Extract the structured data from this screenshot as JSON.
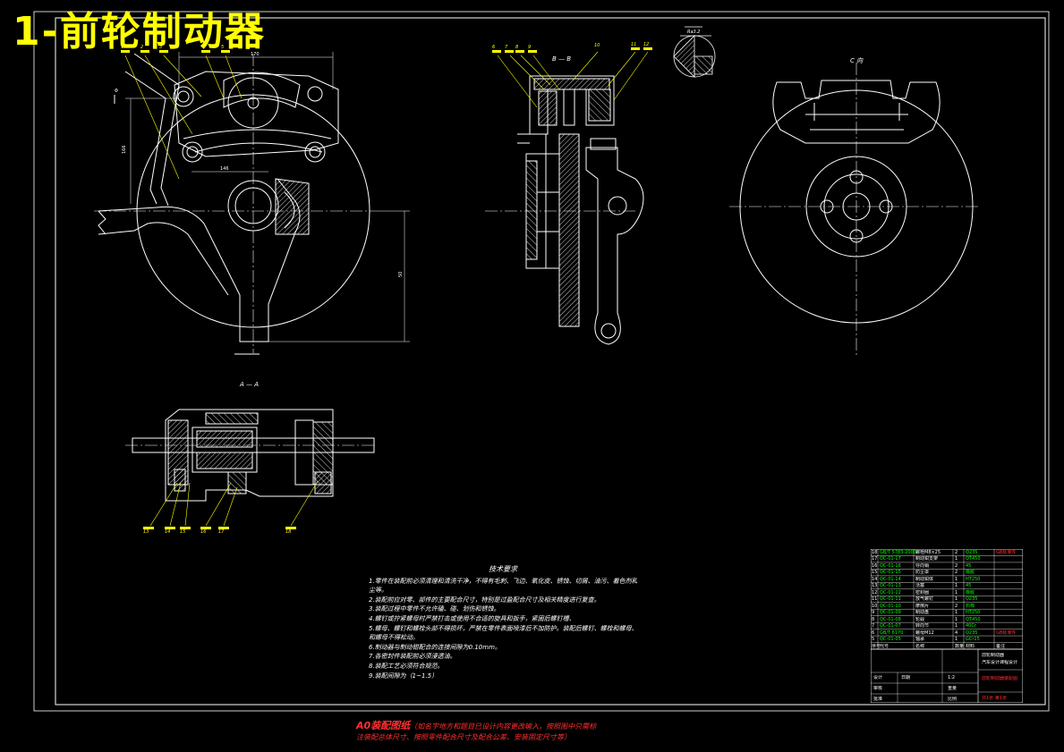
{
  "title": "1-前轮制动器",
  "view_labels": {
    "section_bb": "B — B",
    "section_aa": "A — A",
    "view_c": "C 向",
    "roughness": "Ra3.2"
  },
  "leader_numbers": [
    "1",
    "2",
    "3",
    "4",
    "5",
    "6",
    "7",
    "8",
    "9",
    "10",
    "11",
    "12",
    "13",
    "14",
    "15",
    "16",
    "17",
    "18"
  ],
  "dimensions": [
    "170",
    "146",
    "166",
    "50",
    "Φ"
  ],
  "tech_requirements": {
    "heading": "技术要求",
    "items": [
      "1.零件在装配前必须清理和清洗干净，不得有毛刺、飞边、氧化皮、锈蚀、切屑、油污、着色剂和灰",
      "尘等。",
      "2.装配前应对零、部件的主要配合尺寸，特别是过盈配合尺寸及相关精度进行复查。",
      "3.装配过程中零件不允许磕、碰、划伤和锈蚀。",
      "4.螺钉或拧紧螺母时严禁打击或使用不合适的旋具和扳手，紧固后螺钉槽、",
      "5.螺母、螺钉和螺栓头部不得损坏，严禁在零件表面喷漆后不加防护。装配后螺钉、螺栓和螺母、销",
      "和螺母不得松动。",
      "6.制动器与制动钳配合的连接间隙为0.10mm。",
      "7.各密封件装配前必须浸透油。",
      "8.装配工艺必须符合规范。",
      "9.装配间隙为（1~1.5）"
    ]
  },
  "footer": {
    "line1_label": "A0装配图纸",
    "line1_note": "（如名字地方和题目已设计内容更改输入，按照图中只需标",
    "line2": "注装配总体尺寸、按照零件配合尺寸及配合公差、安装固定尺寸等）"
  },
  "title_block": {
    "rows": [
      {
        "num": "18",
        "code": "GB/T 5783-2000",
        "name": "螺栓M8×25",
        "qty": "2",
        "mat": "Q235",
        "note": "GB标准件"
      },
      {
        "num": "17",
        "code": "QC-01-17",
        "name": "制动钳支架",
        "qty": "1",
        "mat": "QT450",
        "note": ""
      },
      {
        "num": "16",
        "code": "QC-01-16",
        "name": "导向销",
        "qty": "2",
        "mat": "45",
        "note": ""
      },
      {
        "num": "15",
        "code": "QC-01-15",
        "name": "防尘罩",
        "qty": "2",
        "mat": "橡胶",
        "note": ""
      },
      {
        "num": "14",
        "code": "QC-01-14",
        "name": "制动钳体",
        "qty": "1",
        "mat": "HT250",
        "note": ""
      },
      {
        "num": "13",
        "code": "QC-01-13",
        "name": "活塞",
        "qty": "1",
        "mat": "45",
        "note": ""
      },
      {
        "num": "12",
        "code": "QC-01-12",
        "name": "密封圈",
        "qty": "1",
        "mat": "橡胶",
        "note": ""
      },
      {
        "num": "11",
        "code": "QC-01-11",
        "name": "放气螺钉",
        "qty": "1",
        "mat": "Q235",
        "note": ""
      },
      {
        "num": "10",
        "code": "QC-01-10",
        "name": "摩擦片",
        "qty": "2",
        "mat": "石棉",
        "note": ""
      },
      {
        "num": "9",
        "code": "QC-01-09",
        "name": "制动盘",
        "qty": "1",
        "mat": "HT250",
        "note": ""
      },
      {
        "num": "8",
        "code": "QC-01-08",
        "name": "轮毂",
        "qty": "1",
        "mat": "QT450",
        "note": ""
      },
      {
        "num": "7",
        "code": "QC-01-07",
        "name": "转向节",
        "qty": "1",
        "mat": "40Cr",
        "note": ""
      },
      {
        "num": "6",
        "code": "GB/T 6170",
        "name": "螺母M12",
        "qty": "4",
        "mat": "Q235",
        "note": "GB标准件"
      },
      {
        "num": "5",
        "code": "QC-01-05",
        "name": "轴承",
        "qty": "1",
        "mat": "GCr15",
        "note": ""
      }
    ],
    "header": {
      "num": "序号",
      "code": "代号",
      "name": "名称",
      "qty": "数量",
      "mat": "材料",
      "note": "备注"
    },
    "assembly_name": "前轮制动器",
    "drawing_name": "前轮制动器装配图",
    "school": "汽车设计课程设计",
    "scale": "1:2",
    "sheet": "共1张 第1张",
    "labels": {
      "designer": "设计",
      "checker": "审核",
      "approver": "批准",
      "date": "日期",
      "weight": "重量",
      "ratio": "比例"
    }
  },
  "colors": {
    "line": "#ffffff",
    "accent_title": "#ffff00",
    "green_text": "#00ff00",
    "red_text": "#ff3030",
    "leader": "#ffff00"
  }
}
